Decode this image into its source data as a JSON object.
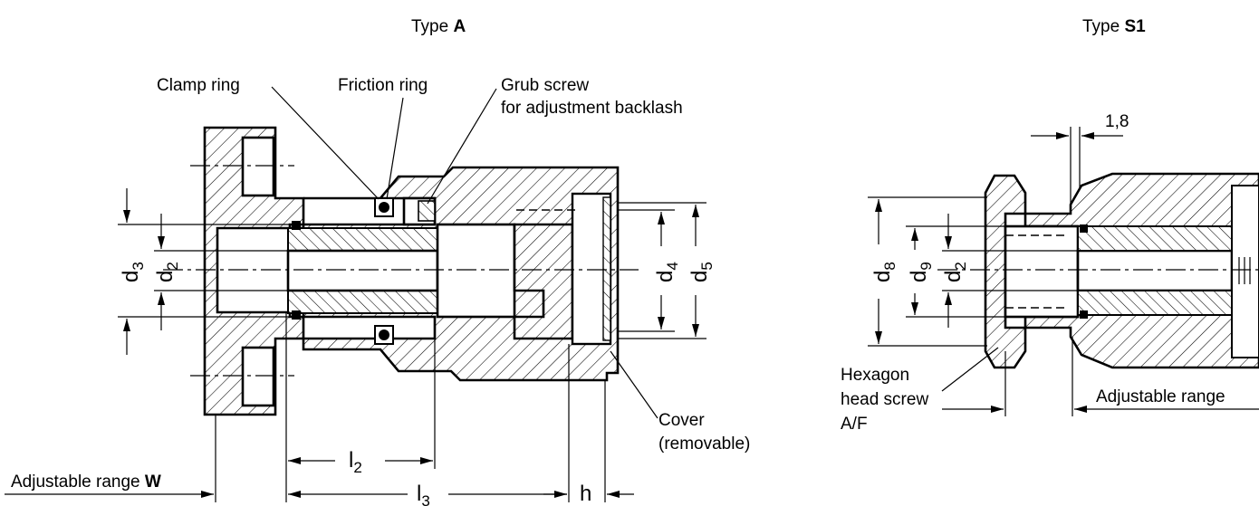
{
  "left": {
    "type_prefix": "Type",
    "type_code": "A",
    "labels": {
      "clamp_ring": "Clamp ring",
      "friction_ring": "Friction ring",
      "grub_screw_1": "Grub screw",
      "grub_screw_2": "for adjustment backlash",
      "cover_1": "Cover",
      "cover_2": "(removable)",
      "adjustable_range": "Adjustable range",
      "adjustable_range_symbol": "W"
    },
    "dims": {
      "d3": {
        "base": "d",
        "sub": "3"
      },
      "d2": {
        "base": "d",
        "sub": "2"
      },
      "d4": {
        "base": "d",
        "sub": "4"
      },
      "d5": {
        "base": "d",
        "sub": "5"
      },
      "l2": {
        "base": "l",
        "sub": "2"
      },
      "l3": {
        "base": "l",
        "sub": "3"
      },
      "h": {
        "base": "h"
      }
    }
  },
  "right": {
    "type_prefix": "Type",
    "type_code": "S1",
    "labels": {
      "dim_1_8": "1,8",
      "hex_1": "Hexagon",
      "hex_2": "head screw",
      "hex_3": "A/F",
      "adjustable_range": "Adjustable range"
    },
    "dims": {
      "d8": {
        "base": "d",
        "sub": "8"
      },
      "d9": {
        "base": "d",
        "sub": "9"
      },
      "d2": {
        "base": "d",
        "sub": "2"
      }
    }
  }
}
